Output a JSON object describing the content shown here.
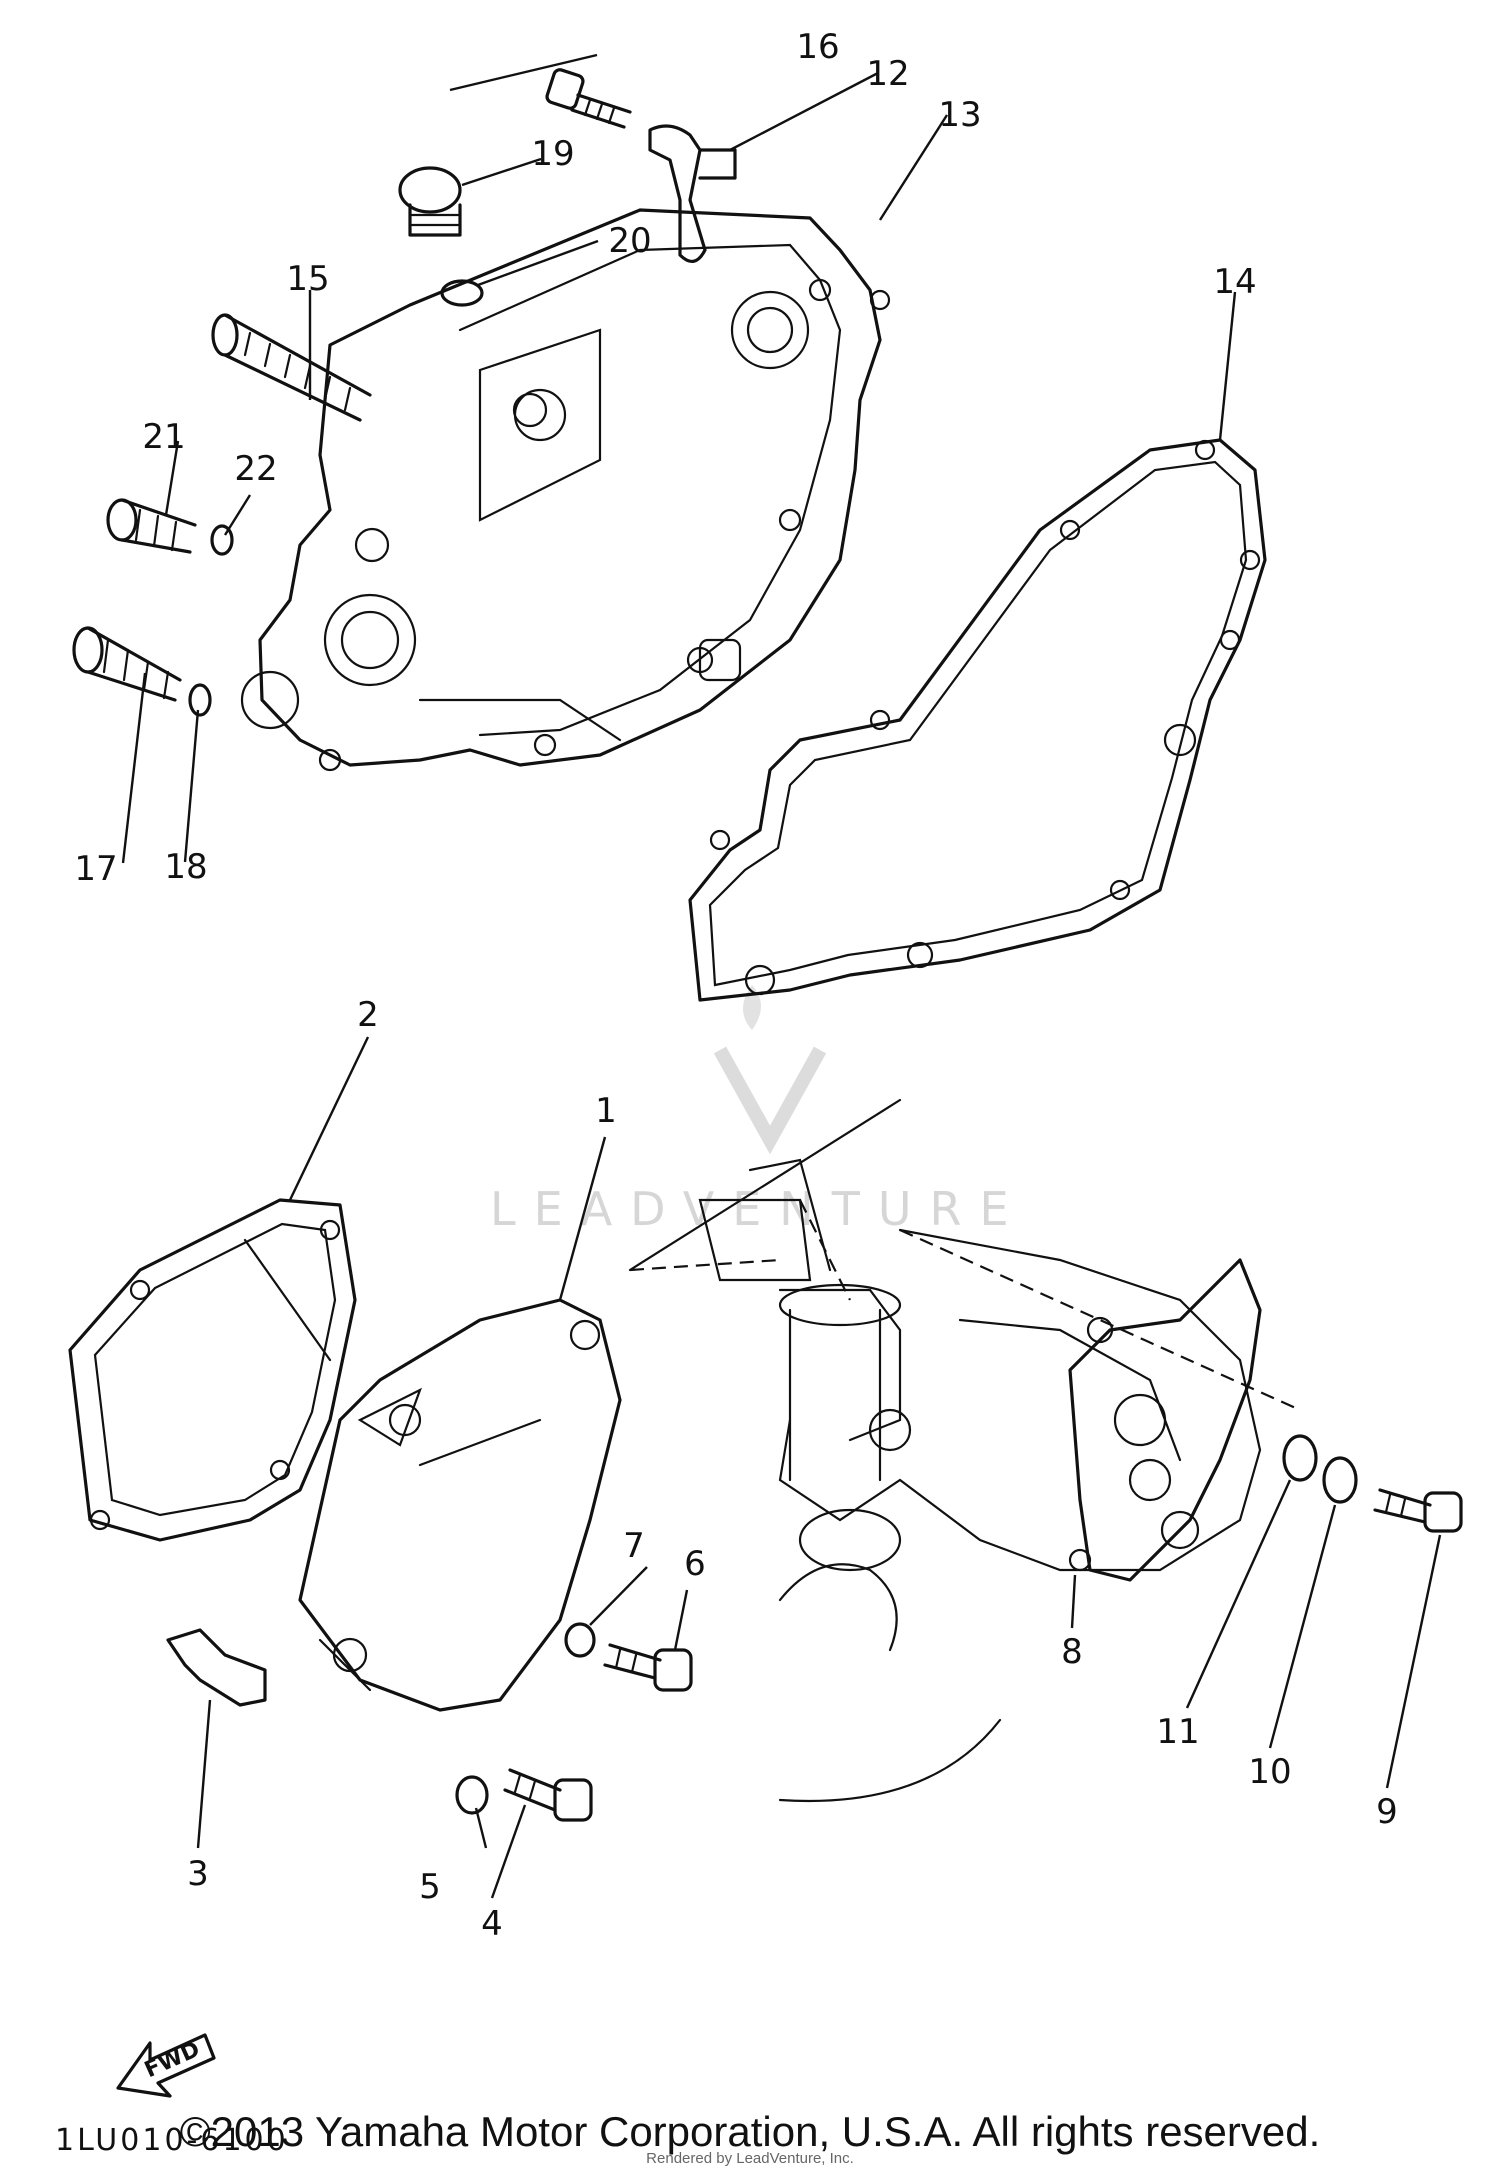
{
  "watermark": {
    "brand": "LEADVENTURE"
  },
  "diagram_code": "1LU010-6100",
  "fwd_label": "FWD",
  "callouts": [
    "1",
    "2",
    "3",
    "4",
    "5",
    "6",
    "7",
    "8",
    "9",
    "10",
    "11",
    "12",
    "13",
    "14",
    "15",
    "16",
    "17",
    "18",
    "19",
    "20",
    "21",
    "22"
  ],
  "copyright": "©2013 Yamaha Motor Corporation, U.S.A. All rights reserved.",
  "rendered_by": "Rendered by LeadVenture, Inc."
}
